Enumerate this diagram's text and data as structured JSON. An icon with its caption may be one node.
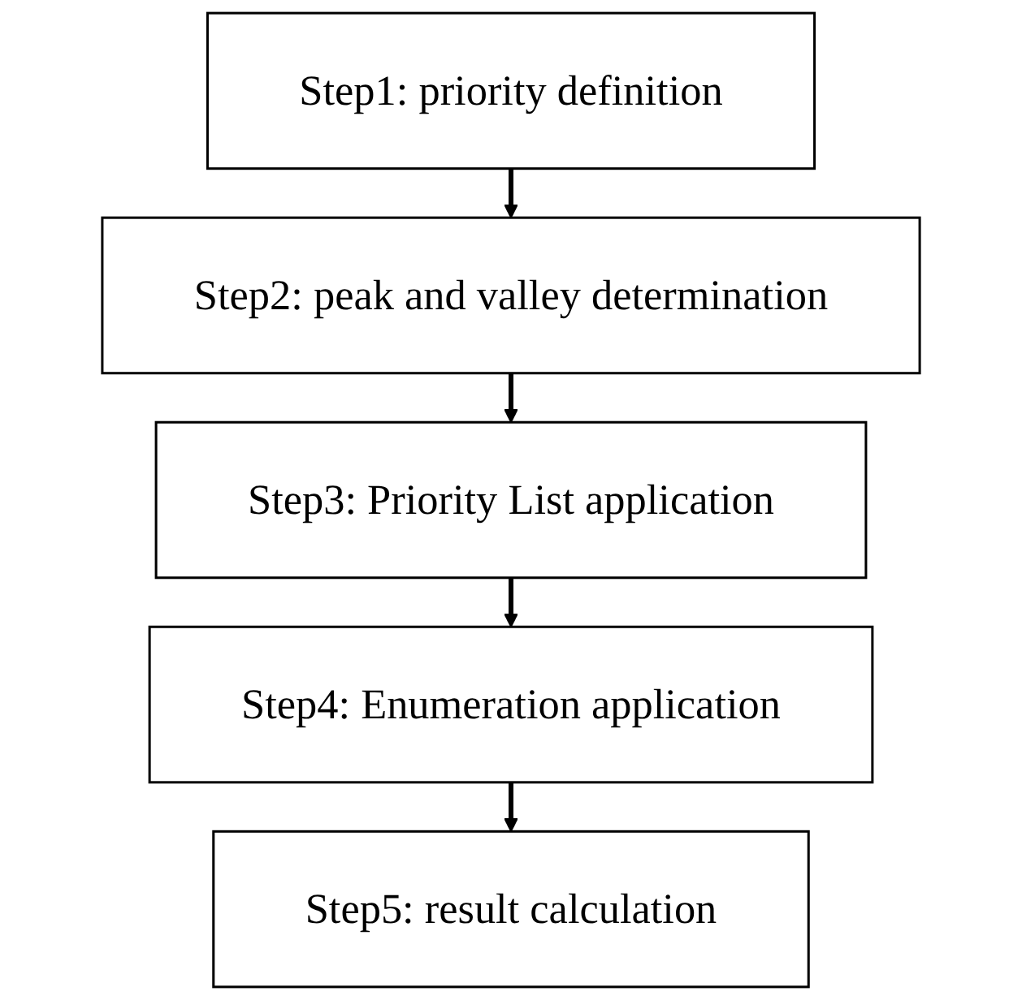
{
  "diagram": {
    "nodes": [
      {
        "text": [
          "Step1: priority definition"
        ]
      },
      {
        "text": [
          "Step2: peak and valley determination"
        ]
      },
      {
        "text": [
          "Step3: Priority List application"
        ]
      },
      {
        "text": [
          "Step4: Enumeration application"
        ]
      },
      {
        "text": [
          "Step5: result calculation"
        ]
      }
    ],
    "edges": [
      {
        "from": 0,
        "to": 1,
        "arrow": "to"
      },
      {
        "from": 1,
        "to": 2,
        "arrow": "to"
      },
      {
        "from": 2,
        "to": 3,
        "arrow": "to"
      },
      {
        "from": 3,
        "to": 4,
        "arrow": "to"
      }
    ]
  }
}
